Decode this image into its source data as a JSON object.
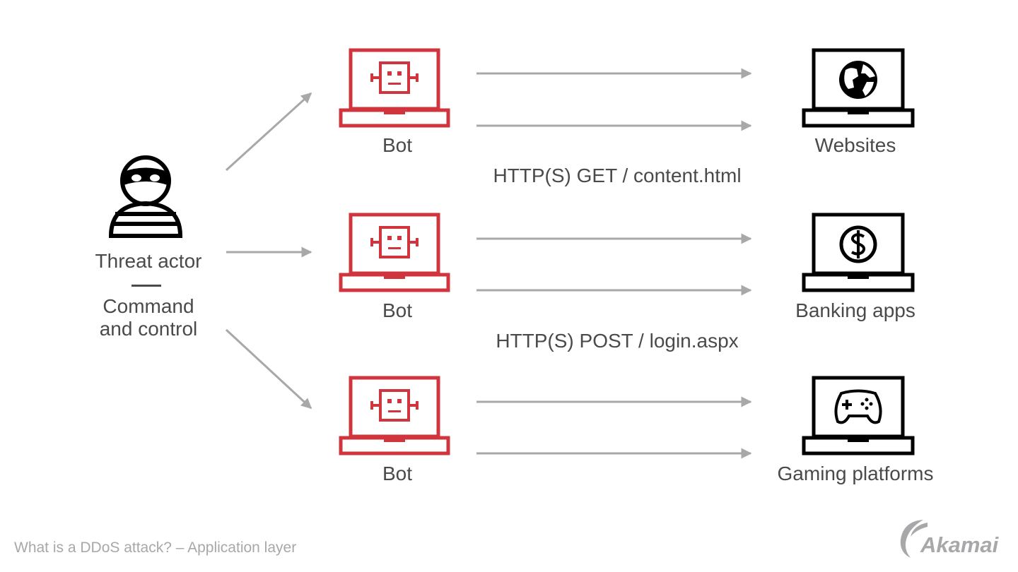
{
  "colors": {
    "bot": "#d0343d",
    "target": "#000000",
    "arrow": "#a8a8ab",
    "text": "#4a4a4d",
    "footer": "#a8a8ab"
  },
  "threat_actor": {
    "icon": "masked-person-icon",
    "label_line1": "Threat actor",
    "label_line2": "Command",
    "label_line3": "and control"
  },
  "bots": [
    {
      "label": "Bot",
      "icon": "robot-laptop-icon"
    },
    {
      "label": "Bot",
      "icon": "robot-laptop-icon"
    },
    {
      "label": "Bot",
      "icon": "robot-laptop-icon"
    }
  ],
  "targets": [
    {
      "label": "Websites",
      "icon": "globe-laptop-icon"
    },
    {
      "label": "Banking apps",
      "icon": "dollar-laptop-icon"
    },
    {
      "label": "Gaming platforms",
      "icon": "gamepad-laptop-icon"
    }
  ],
  "requests": [
    "HTTP(S) GET / content.html",
    "HTTP(S) POST / login.aspx"
  ],
  "footer": {
    "caption": "What is a DDoS attack? – Application layer",
    "brand": "Akamai"
  }
}
